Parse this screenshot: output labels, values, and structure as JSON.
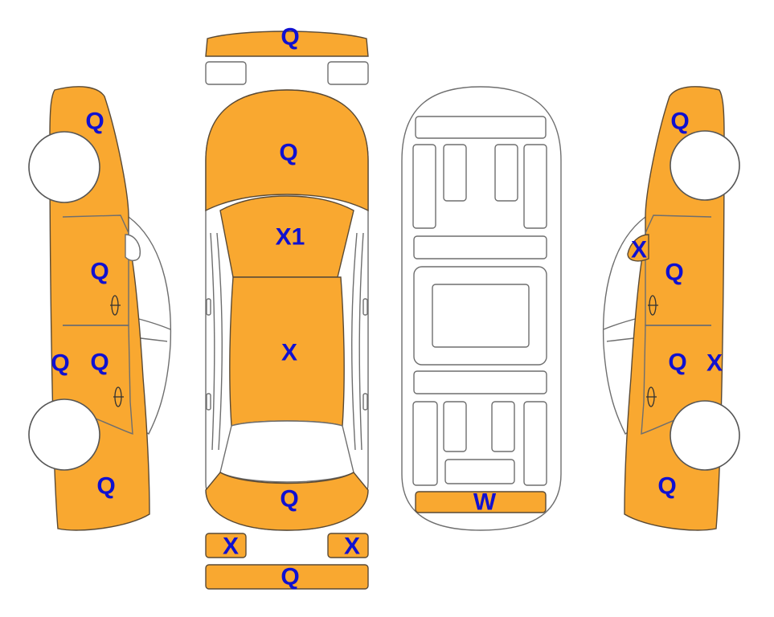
{
  "colors": {
    "damaged": "#F9A830",
    "label": "#1010D0",
    "outline": "#6e6e6e"
  },
  "labels": {
    "front_bumper_strip": "Q",
    "hood": "Q",
    "windshield": "X1",
    "roof": "X",
    "trunk": "Q",
    "rear_light_left": "X",
    "rear_light_right": "X",
    "rear_bumper_strip": "Q",
    "floor_rear_strip": "W",
    "left_front_fender": "Q",
    "left_front_door": "Q",
    "left_rocker": "Q",
    "left_rear_door": "Q",
    "left_rear_quarter": "Q",
    "right_front_fender": "Q",
    "right_mirror": "X",
    "right_front_door": "Q",
    "right_rear_door": "Q",
    "right_rocker": "X",
    "right_rear_quarter": "Q"
  }
}
